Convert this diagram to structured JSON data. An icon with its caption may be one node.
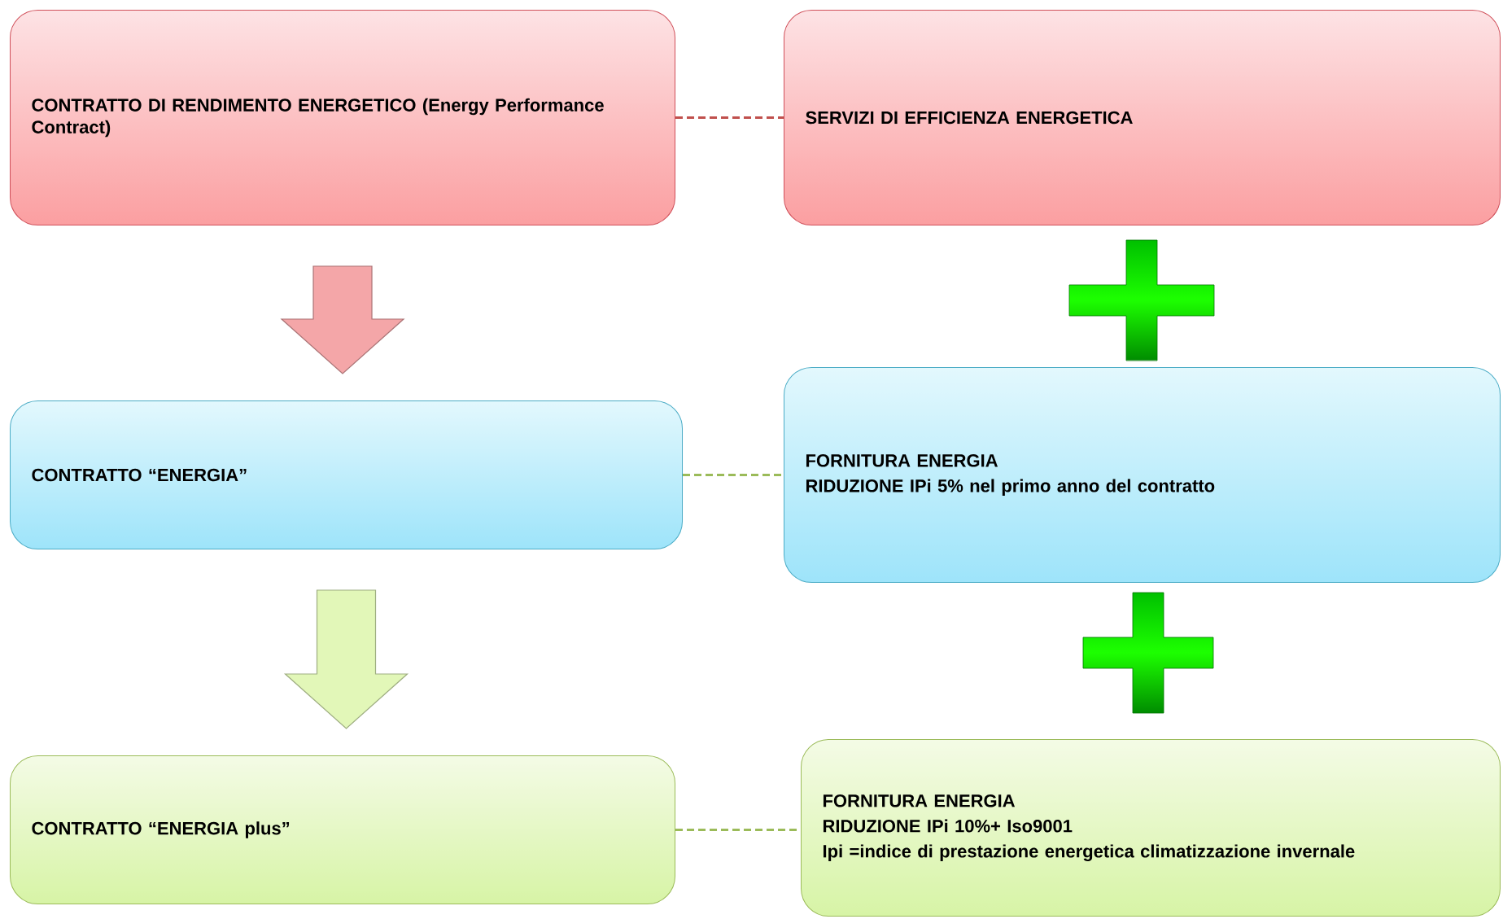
{
  "diagram": {
    "nodes": [
      {
        "text": [
          "CONTRATTO DI RENDIMENTO ENERGETICO (Energy Performance Contract)"
        ]
      },
      {
        "text": [
          "SERVIZI DI EFFICIENZA ENERGETICA"
        ]
      },
      {
        "text": [
          "CONTRATTO “ENERGIA”"
        ]
      },
      {
        "text": [
          "FORNITURA ENERGIA",
          "RIDUZIONE IPi 5% nel primo anno del contratto"
        ]
      },
      {
        "text": [
          "CONTRATTO “ENERGIA plus”"
        ]
      },
      {
        "text": [
          "FORNITURA ENERGIA",
          "RIDUZIONE IPi 10%+ Iso9001",
          "Ipi =indice di prestazione energetica climatizzazione invernale"
        ]
      }
    ],
    "edges": [
      {
        "from": 0,
        "to": 1,
        "arrow": "none",
        "style": "dashed",
        "color": "#c0504d"
      },
      {
        "from": 2,
        "to": 3,
        "arrow": "none",
        "style": "dashed",
        "color": "#9bbb59"
      },
      {
        "from": 4,
        "to": 5,
        "arrow": "none",
        "style": "dashed",
        "color": "#9bbb59"
      },
      {
        "from": 0,
        "to": 2,
        "arrow": "to",
        "style": "thick",
        "color": "#f4a6a8"
      },
      {
        "from": 2,
        "to": 4,
        "arrow": "to",
        "style": "thick",
        "color": "#e2f7b8"
      }
    ]
  }
}
